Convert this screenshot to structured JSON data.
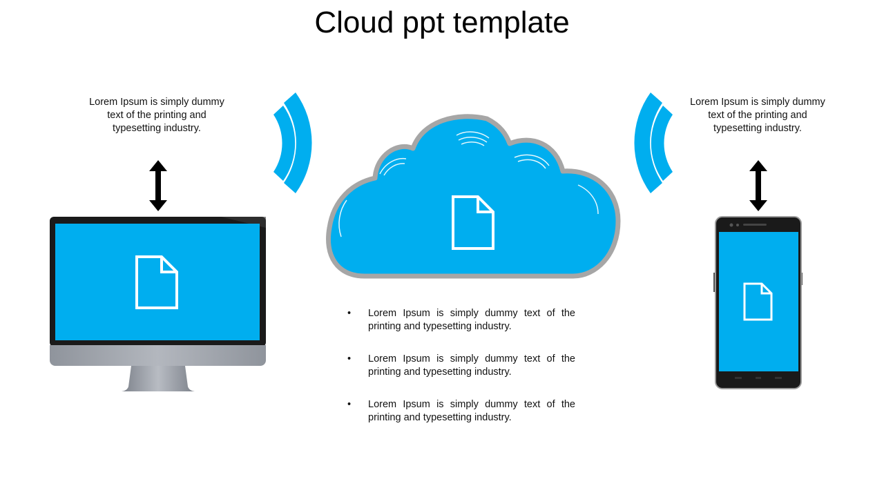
{
  "title": "Cloud ppt template",
  "left_caption": "Lorem Ipsum is simply dummy text of the printing and typesetting industry.",
  "right_caption": "Lorem Ipsum is simply dummy text of the printing and typesetting industry.",
  "bullets": [
    "Lorem Ipsum is simply dummy text of the printing and typesetting industry.",
    "Lorem Ipsum is simply dummy text of the printing and typesetting industry.",
    "Lorem Ipsum is simply dummy text of the printing and typesetting industry."
  ],
  "bullet_symbol": "•",
  "colors": {
    "accent": "#00AEEF",
    "cloud_outline": "#A6A6A6",
    "device_frame": "#1A1A1A",
    "monitor_stand": "#8E939C",
    "icon_white": "#FFFFFF"
  },
  "icons": {
    "document": "document-icon",
    "arrows": "double-arrow-icon",
    "signal": "wireless-signal-icon"
  }
}
